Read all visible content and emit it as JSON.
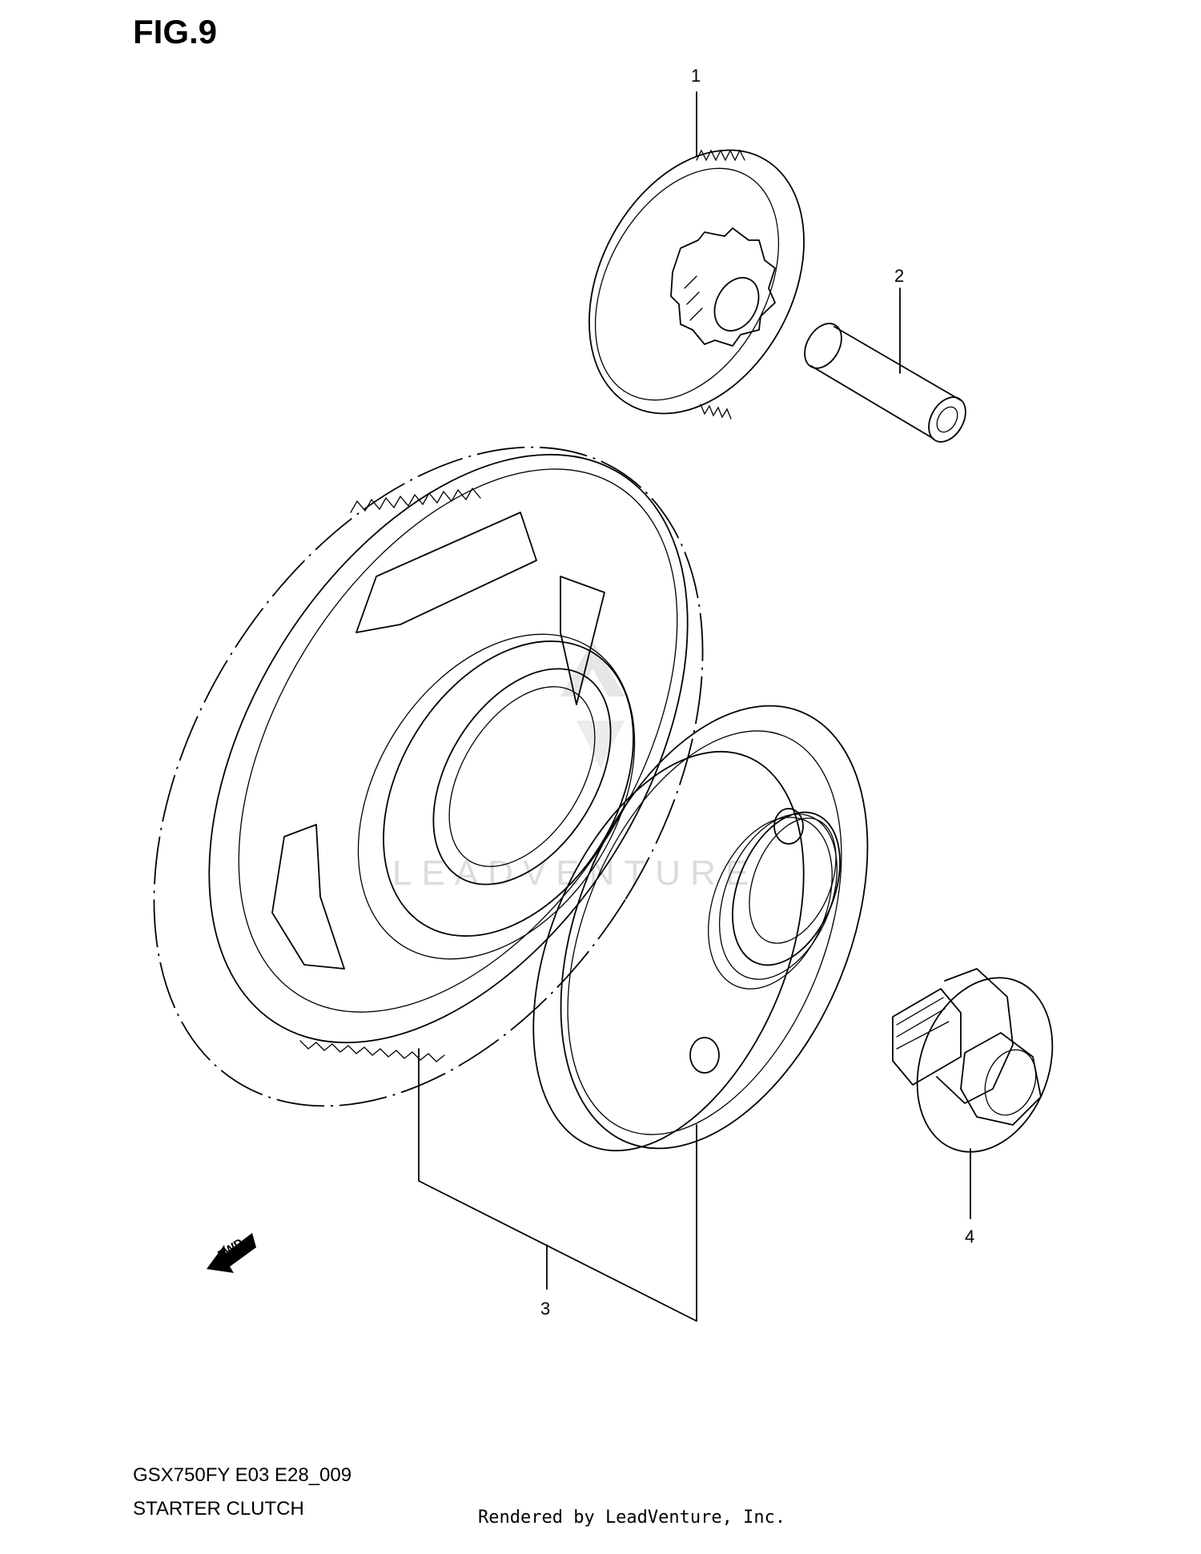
{
  "figure": {
    "title": "FIG.9",
    "model_code": "GSX750FY E03 E28_009",
    "section_name": "STARTER CLUTCH",
    "render_credit": "Rendered by LeadVenture, Inc.",
    "watermark": "LEADVENTURE",
    "fwd_label": "FWD"
  },
  "callouts": [
    {
      "number": "1",
      "part": "starter-idle-gear"
    },
    {
      "number": "2",
      "part": "idle-gear-shaft"
    },
    {
      "number": "3",
      "part": "starter-clutch-assembly"
    },
    {
      "number": "4",
      "part": "flange-bolt"
    }
  ]
}
